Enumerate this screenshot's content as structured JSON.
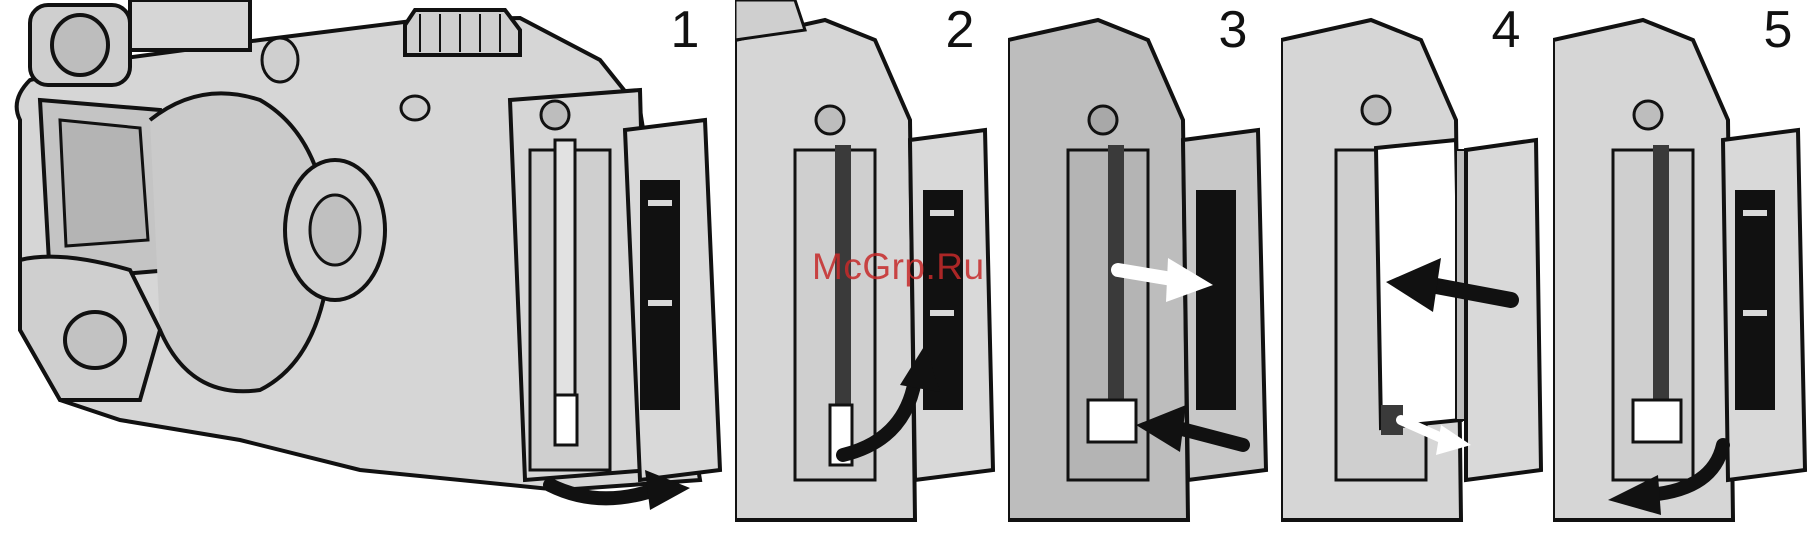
{
  "steps": [
    {
      "number": "1",
      "arrow": "open-door-arrow"
    },
    {
      "number": "2",
      "arrow": "eject-lever-up-arrow"
    },
    {
      "number": "3",
      "arrow": "push-lever-arrow"
    },
    {
      "number": "4",
      "arrow": "insert-card-arrow"
    },
    {
      "number": "5",
      "arrow": "close-door-arrow"
    }
  ],
  "watermark": "McGrp.Ru",
  "colors": {
    "body": "#d6d6d6",
    "shade": "#bdbdbd",
    "outline": "#111111",
    "slot": "#3a3a3a",
    "arrow_white": "#ffffff",
    "arrow_black": "#111111",
    "watermark": "#c62a2a"
  }
}
